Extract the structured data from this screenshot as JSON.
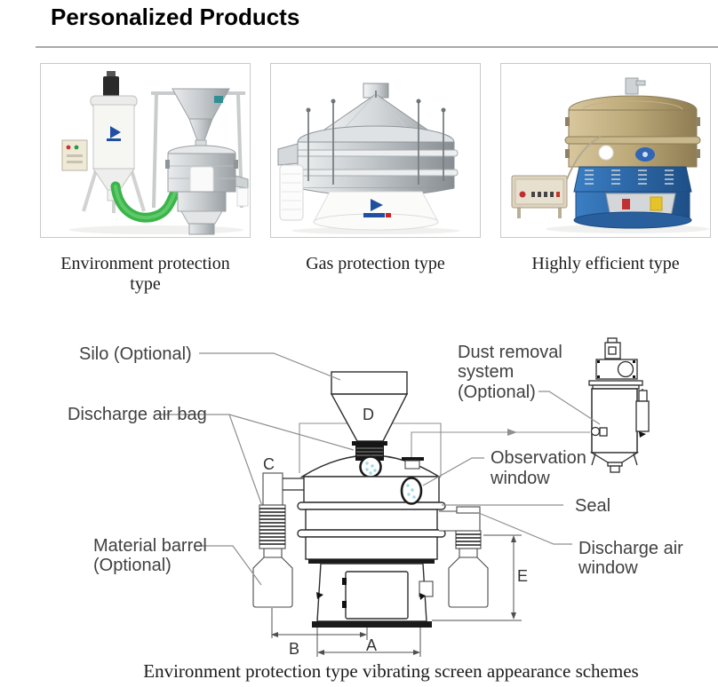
{
  "header": {
    "title": "Personalized Products"
  },
  "products": [
    {
      "caption": "Environment protection type"
    },
    {
      "caption": "Gas protection type"
    },
    {
      "caption": "Highly efficient type"
    }
  ],
  "diagram": {
    "labels": {
      "silo": "Silo (Optional)",
      "discharge_air_bag": "Discharge air bag",
      "dust_removal_l1": "Dust removal",
      "dust_removal_l2": "system",
      "dust_removal_l3": "(Optional)",
      "observation_l1": "Observation",
      "observation_l2": "window",
      "seal": "Seal",
      "discharge_air_window_l1": "Discharge air",
      "discharge_air_window_l2": "window",
      "material_barrel_l1": "Material barrel",
      "material_barrel_l2": "(Optional)"
    },
    "dimensions": {
      "a": "A",
      "b": "B",
      "c": "C",
      "d": "D",
      "e": "E"
    },
    "caption": "Environment protection type vibrating screen appearance schemes"
  },
  "colors": {
    "hose_green": "#3bb44a",
    "base_blue": "#2a6cb0",
    "window_dot_blue": "#9fd8e8",
    "divider_gray": "#a9a9a9",
    "logo_blue": "#1f4fa0"
  }
}
